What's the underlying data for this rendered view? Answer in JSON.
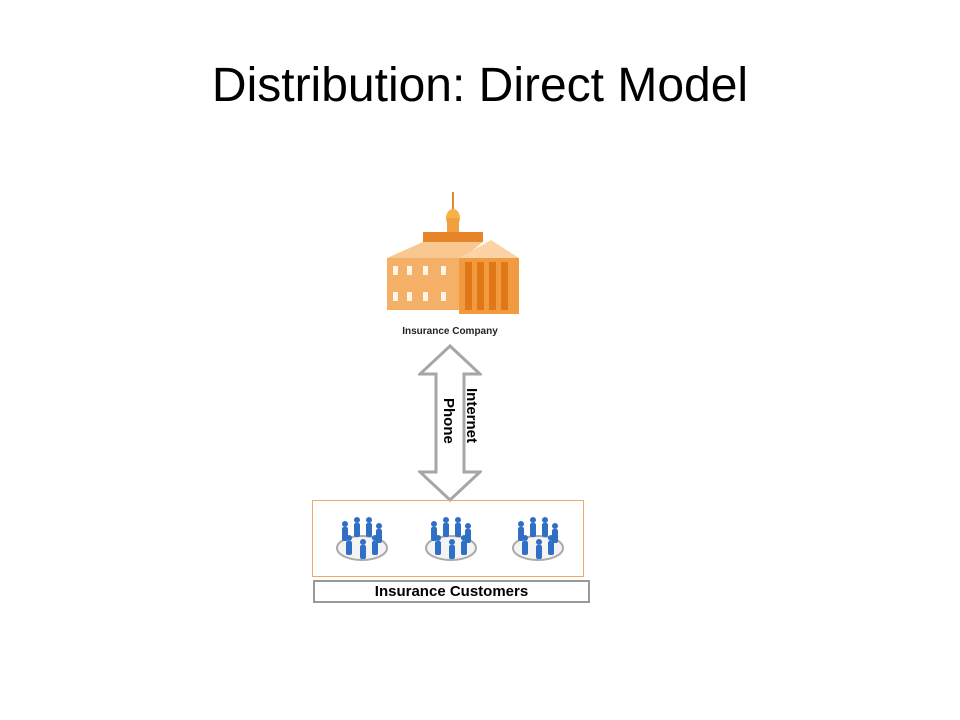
{
  "slide": {
    "title": "Distribution: Direct Model",
    "company": {
      "label": "Insurance Company",
      "icon": "building-icon",
      "color": "#f5a040"
    },
    "channels": [
      "Internet",
      "Phone"
    ],
    "customers": {
      "label": "Insurance Customers",
      "group_count": 3,
      "icon": "people-circle-icon",
      "color": "#2f6fc4"
    }
  }
}
